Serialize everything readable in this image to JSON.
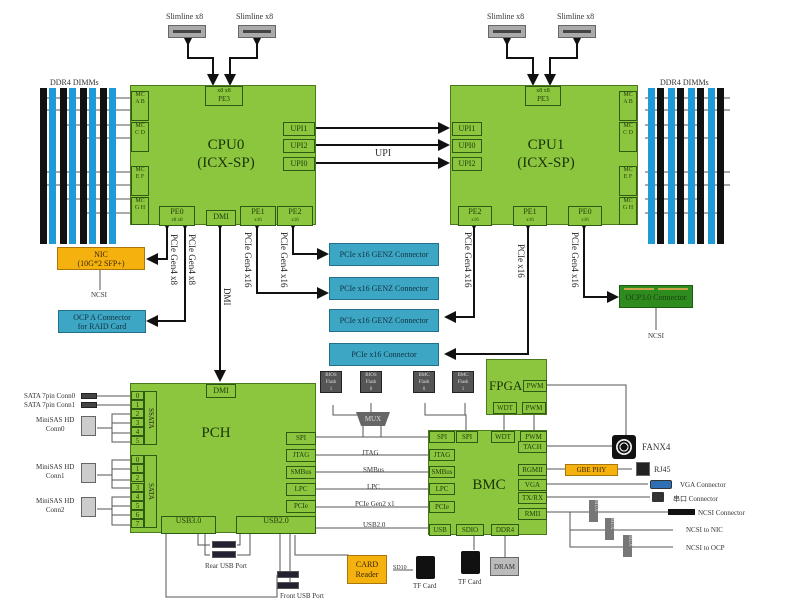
{
  "cpu0": {
    "title": "CPU0",
    "subtitle": "(ICX-SP)",
    "pe3": "PE3",
    "pe0": "PE0",
    "pe1": "PE1",
    "pe2": "PE2",
    "dmi": "DMI",
    "upi": [
      "UPI1",
      "UPI2",
      "UPI0"
    ],
    "mc": [
      "MC",
      "MC",
      "MC",
      "MC"
    ],
    "channels": [
      "A",
      "B",
      "C",
      "D",
      "E",
      "F",
      "G",
      "H"
    ],
    "lanes_x8": "x8",
    "lanes_x16": "x16"
  },
  "cpu1": {
    "title": "CPU1",
    "subtitle": "(ICX-SP)",
    "pe3": "PE3",
    "pe0": "PE0",
    "pe1": "PE1",
    "pe2": "PE2",
    "upi": [
      "UPI1",
      "UPI0",
      "UPI2"
    ]
  },
  "dimms_label": "DDR4 DIMMs",
  "slimline": [
    "Slimline x8",
    "Slimline x8",
    "Slimline x8",
    "Slimline x8"
  ],
  "upi_label": "UPI",
  "links": {
    "cpu0_pe0_a": "PCIe Gen4 x8",
    "cpu0_pe0_b": "PCIe Gen4 x8",
    "cpu0_pe1": "PCIe Gen4 x16",
    "cpu0_pe2": "PCIe Gen4 x16",
    "dmi": "DMI",
    "cpu1_pe2": "PCIe Gen4 x16",
    "cpu1_pe1": "PCIe x16",
    "cpu1_pe0": "PCIe Gen4 x16"
  },
  "nic": {
    "line1": "NIC",
    "line2": "(10G*2 SFP+)",
    "ncsi": "NCSI"
  },
  "ocp_a": {
    "line1": "OCP A Connector",
    "line2": "for RAID Card"
  },
  "genz": [
    "PCIe x16 GENZ Connector",
    "PCIe x16 GENZ Connector",
    "PCIe x16 GENZ Connector"
  ],
  "pcie_x16_connector": "PCIe x16  Connector",
  "ocp3": {
    "label": "OCP3.0 Connector",
    "ncsi": "NCSI"
  },
  "pch": {
    "title": "PCH",
    "dmi": "DMI",
    "sata": "SATA",
    "ssata": "SSATA",
    "ssata_ports": [
      "0",
      "1",
      "2",
      "3",
      "4",
      "5"
    ],
    "sata_ports": [
      "0",
      "1",
      "2",
      "3",
      "4",
      "5",
      "6",
      "7"
    ],
    "right_ports": [
      "SPI",
      "JTAG",
      "SMBus",
      "LPC",
      "PCIe"
    ],
    "usb3": "USB3.0",
    "usb2": "USB2.0"
  },
  "storage": {
    "sata0": "SATA 7pin Conn0",
    "sata1": "SATA 7pin Conn1",
    "minisas": [
      {
        "l1": "MiniSAS HD",
        "l2": "Conn0"
      },
      {
        "l1": "MiniSAS HD",
        "l2": "Conn1"
      },
      {
        "l1": "MiniSAS HD",
        "l2": "Conn2"
      }
    ]
  },
  "flash": [
    {
      "l1": "BIOS",
      "l2": "Flash",
      "l3": "1"
    },
    {
      "l1": "BIOS",
      "l2": "Flash",
      "l3": "0"
    },
    {
      "l1": "BMC",
      "l2": "Flash",
      "l3": "0"
    },
    {
      "l1": "BMC",
      "l2": "Flash",
      "l3": "1"
    }
  ],
  "mux": "MUX",
  "bus_labels": {
    "jtag": "JTAG",
    "smbus": "SMBus",
    "lpc": "LPC",
    "pcie": "PCIe Gen2 x1",
    "usb": "USB2.0",
    "sdio": "SD10"
  },
  "fpga": {
    "title": "FPGA",
    "pwm": "PWM",
    "wdt": "WDT",
    "pwm2": "PWM"
  },
  "bmc": {
    "title": "BMC",
    "left_ports": [
      "SPI",
      "JTAG",
      "SMBus",
      "LPC",
      "PCIe"
    ],
    "spi2": "SPI",
    "wdt": "WDT",
    "pwm": "PWM",
    "right_ports": [
      "TACH",
      "RGMII",
      "VGA",
      "TX/RX",
      "RMII"
    ],
    "bottom_ports": [
      "USB",
      "SDIO",
      "DDR4"
    ]
  },
  "peripherals": {
    "fan": "FANX4",
    "gbe": "GBE PHY",
    "rj45": "RJ45",
    "vga": "VGA Connector",
    "serial": "串口 Connector",
    "ncsi_conn": "NCSI Connector",
    "ncsi_nic": "NCSI to NIC",
    "ncsi_ocp": "NCSI to OCP",
    "card_reader_l1": "CARD",
    "card_reader_l2": "Reader",
    "tf1": "TF Card",
    "tf2": "TF Card",
    "dram": "DRAM",
    "rear_usb": "Rear USB Port",
    "front_usb": "Front USB Port",
    "mux_small": "MUX"
  },
  "colors": {
    "green": "#8cc63e",
    "blue": "#3ca6c4",
    "orange": "#f5b20e",
    "dimm_blue": "#1e9ad6",
    "ocp3_green": "#2e8b1e"
  }
}
